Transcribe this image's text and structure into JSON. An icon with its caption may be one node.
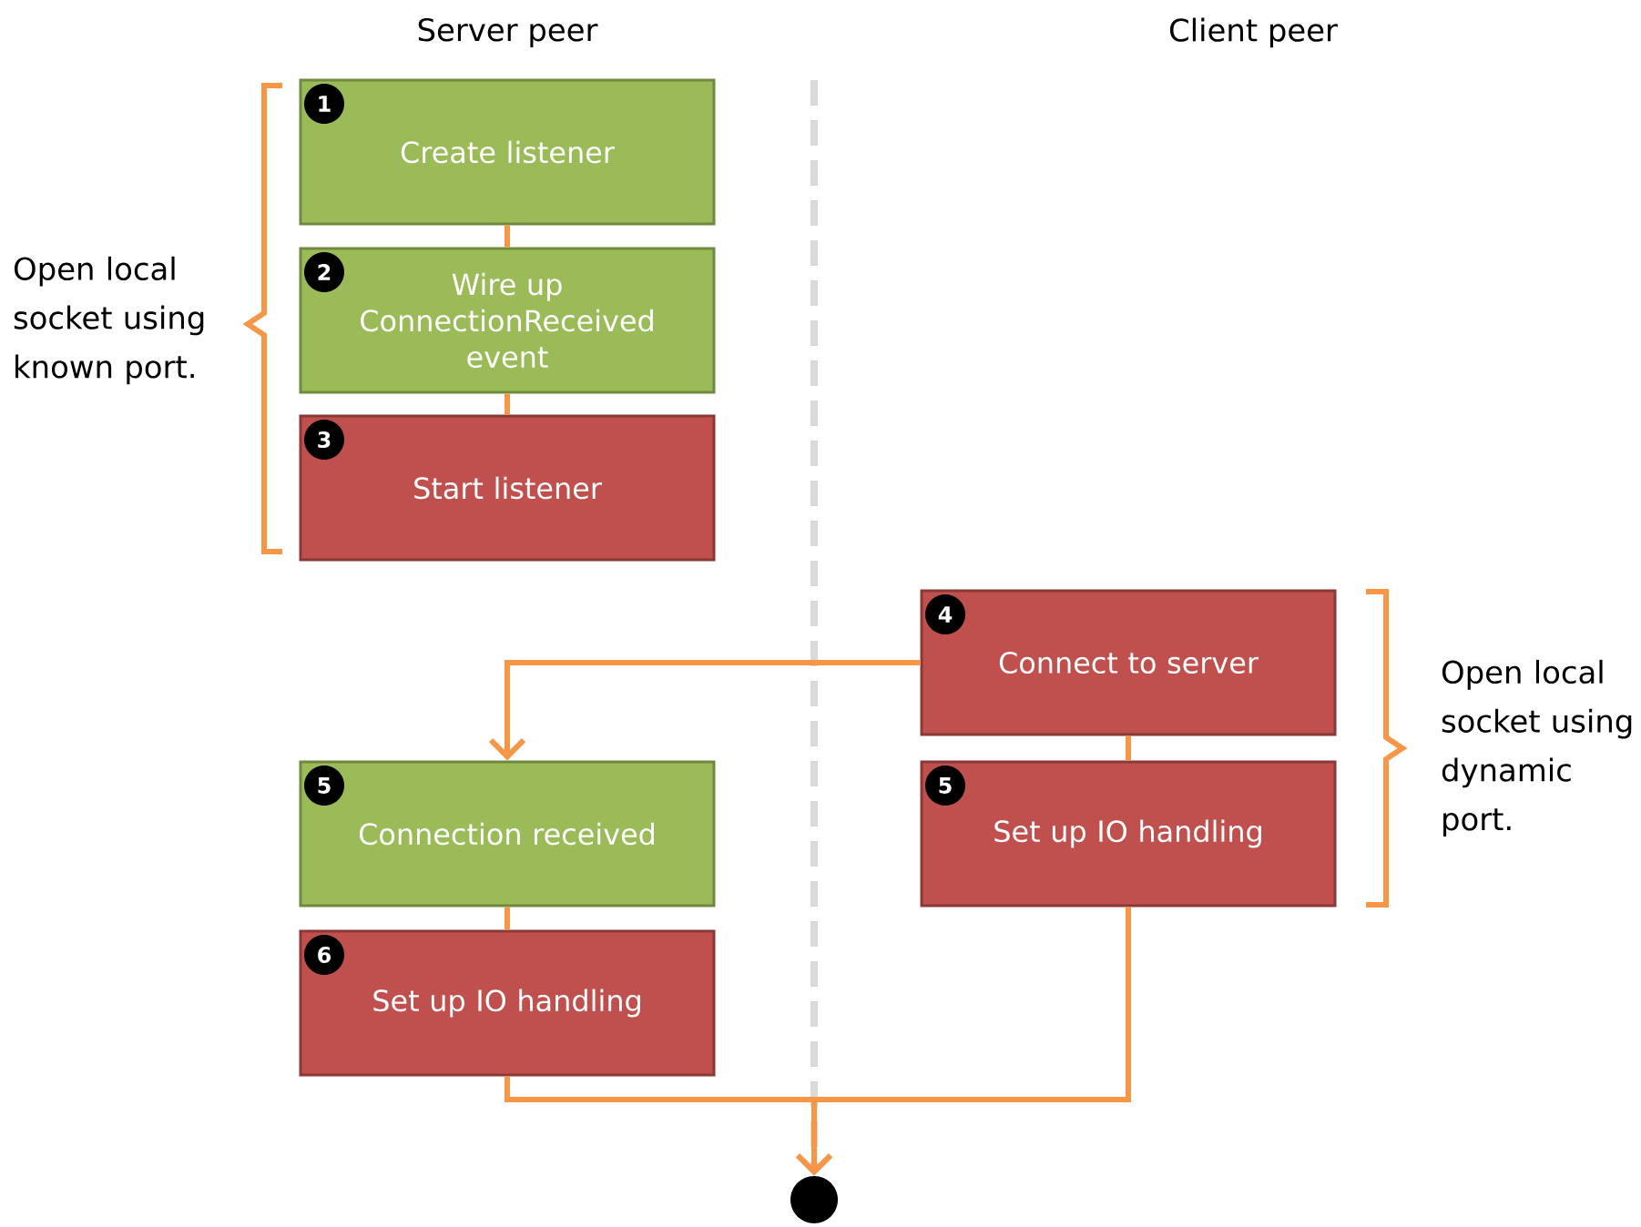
{
  "diagram": {
    "nodes": [
      {
        "text": [
          "1",
          "Create listener"
        ]
      },
      {
        "text": [
          "2",
          "Wire up ConnectionReceived event"
        ]
      },
      {
        "text": [
          "3",
          "Start listener"
        ]
      },
      {
        "text": [
          "4",
          "Connect to server"
        ]
      },
      {
        "text": [
          "5",
          "Set up IO handling"
        ]
      },
      {
        "text": [
          "5",
          "Connection received"
        ]
      },
      {
        "text": [
          "6",
          "Set up IO handling"
        ]
      },
      {
        "text": [],
        "shape": "circle"
      }
    ],
    "edges": [
      {
        "from": 0,
        "to": 1,
        "arrow": "none"
      },
      {
        "from": 1,
        "to": 2,
        "arrow": "none"
      },
      {
        "from": 3,
        "to": 4,
        "arrow": "none"
      },
      {
        "from": 3,
        "to": 5,
        "arrow": "to"
      },
      {
        "from": 5,
        "to": 6,
        "arrow": "none"
      },
      {
        "from": 6,
        "to": 7,
        "arrow": "to"
      },
      {
        "from": 4,
        "to": 7,
        "arrow": "to"
      }
    ],
    "labels": [
      "Server peer",
      "Client peer",
      "Open local socket using known port.",
      "Open local socket using dynamic port."
    ]
  }
}
